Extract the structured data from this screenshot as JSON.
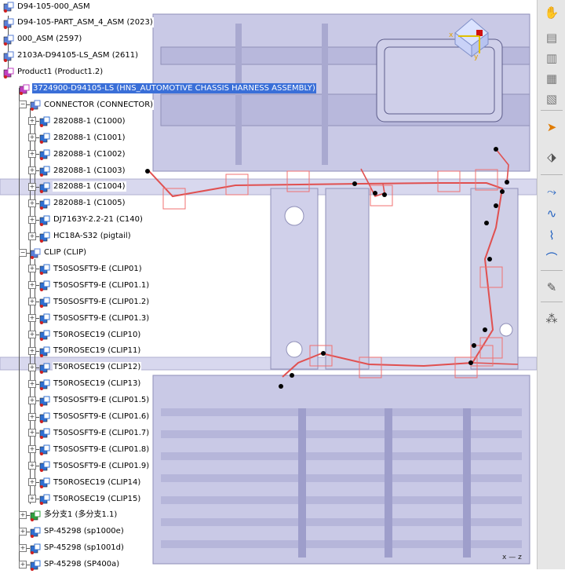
{
  "tree": {
    "items": [
      {
        "label": "D94-105-000_ASM",
        "icon": "assembly-icon",
        "level": 0
      },
      {
        "label": "D94-105-PART_ASM_4_ASM (2023)",
        "icon": "assembly-icon",
        "level": 0
      },
      {
        "label": "000_ASM (2597)",
        "icon": "assembly-icon",
        "level": 0
      },
      {
        "label": "2103A-D94105-LS_ASM (2611)",
        "icon": "assembly-icon",
        "level": 0
      },
      {
        "label": "Product1 (Product1.2)",
        "icon": "product-icon",
        "level": 0
      },
      {
        "label": "3724900-D94105-LS (HNS_AUTOMOTIVE CHASSIS HARNESS ASSEMBLY)",
        "icon": "harness-icon",
        "level": 1,
        "selected": true
      },
      {
        "label": "CONNECTOR (CONNECTOR)",
        "icon": "assembly-icon",
        "level": 2
      },
      {
        "label": "282088-1 (C1000)",
        "icon": "connector-part-icon",
        "level": 3
      },
      {
        "label": "282088-1 (C1001)",
        "icon": "connector-part-icon",
        "level": 3
      },
      {
        "label": "282088-1 (C1002)",
        "icon": "connector-part-icon",
        "level": 3
      },
      {
        "label": "282088-1 (C1003)",
        "icon": "connector-part-icon",
        "level": 3
      },
      {
        "label": "282088-1 (C1004)",
        "icon": "connector-part-icon",
        "level": 3
      },
      {
        "label": "282088-1 (C1005)",
        "icon": "connector-part-icon",
        "level": 3
      },
      {
        "label": "DJ7163Y-2.2-21 (C140)",
        "icon": "connector-part-icon",
        "level": 3
      },
      {
        "label": "HC18A-S32 (pigtail)",
        "icon": "connector-part-icon",
        "level": 3
      },
      {
        "label": "CLIP (CLIP)",
        "icon": "assembly-icon",
        "level": 2
      },
      {
        "label": "T50SOSFT9-E (CLIP01)",
        "icon": "clip-part-icon",
        "level": 3
      },
      {
        "label": "T50SOSFT9-E (CLIP01.1)",
        "icon": "clip-part-icon",
        "level": 3
      },
      {
        "label": "T50SOSFT9-E (CLIP01.2)",
        "icon": "clip-part-icon",
        "level": 3
      },
      {
        "label": "T50SOSFT9-E (CLIP01.3)",
        "icon": "clip-part-icon",
        "level": 3
      },
      {
        "label": "T50ROSEC19 (CLIP10)",
        "icon": "clip-part-icon",
        "level": 3
      },
      {
        "label": "T50ROSEC19 (CLIP11)",
        "icon": "clip-part-icon",
        "level": 3
      },
      {
        "label": "T50ROSEC19 (CLIP12)",
        "icon": "clip-part-icon",
        "level": 3
      },
      {
        "label": "T50ROSEC19 (CLIP13)",
        "icon": "clip-part-icon",
        "level": 3
      },
      {
        "label": "T50SOSFT9-E (CLIP01.5)",
        "icon": "clip-part-icon",
        "level": 3
      },
      {
        "label": "T50SOSFT9-E (CLIP01.6)",
        "icon": "clip-part-icon",
        "level": 3
      },
      {
        "label": "T50SOSFT9-E (CLIP01.7)",
        "icon": "clip-part-icon",
        "level": 3
      },
      {
        "label": "T50SOSFT9-E (CLIP01.8)",
        "icon": "clip-part-icon",
        "level": 3
      },
      {
        "label": "T50SOSFT9-E (CLIP01.9)",
        "icon": "clip-part-icon",
        "level": 3
      },
      {
        "label": "T50ROSEC19 (CLIP14)",
        "icon": "clip-part-icon",
        "level": 3
      },
      {
        "label": "T50ROSEC19 (CLIP15)",
        "icon": "clip-part-icon",
        "level": 3
      },
      {
        "label": "多分支1 (多分支1.1)",
        "icon": "multi-branch-icon",
        "level": 2
      },
      {
        "label": "SP-45298 (sp1000e)",
        "icon": "splice-part-icon",
        "level": 2
      },
      {
        "label": "SP-45298 (sp1001d)",
        "icon": "splice-part-icon",
        "level": 2
      },
      {
        "label": "SP-45298 (SP400a)",
        "icon": "splice-part-icon",
        "level": 2
      }
    ]
  },
  "viewport": {
    "compass_labels": {
      "x": "x",
      "y": "y"
    },
    "axis_corner": {
      "x": "x",
      "z": "z"
    },
    "colors": {
      "chassis": "#c9c9e6",
      "chassis_dark": "#8f8fb8",
      "harness": "#e05050",
      "clip_box": "#f07070",
      "node": "#000000"
    }
  },
  "toolbar": {
    "buttons": [
      {
        "name": "hand-icon",
        "glyph": "✋"
      },
      {
        "name": "save-icon",
        "glyph": "▤"
      },
      {
        "name": "copy-icon",
        "glyph": "▥"
      },
      {
        "name": "paste-icon",
        "glyph": "▦"
      },
      {
        "name": "layer-icon",
        "glyph": "▧"
      },
      {
        "name": "select-arrow-icon",
        "glyph": "➤"
      },
      {
        "name": "select-mode-icon",
        "glyph": "⬗"
      },
      {
        "name": "route-icon",
        "glyph": "⤳"
      },
      {
        "name": "bundle-icon",
        "glyph": "∿"
      },
      {
        "name": "branch-icon",
        "glyph": "⌇"
      },
      {
        "name": "protect-icon",
        "glyph": "⌒"
      },
      {
        "name": "pencil-icon",
        "glyph": "✎"
      },
      {
        "name": "network-icon",
        "glyph": "⁂"
      }
    ]
  }
}
